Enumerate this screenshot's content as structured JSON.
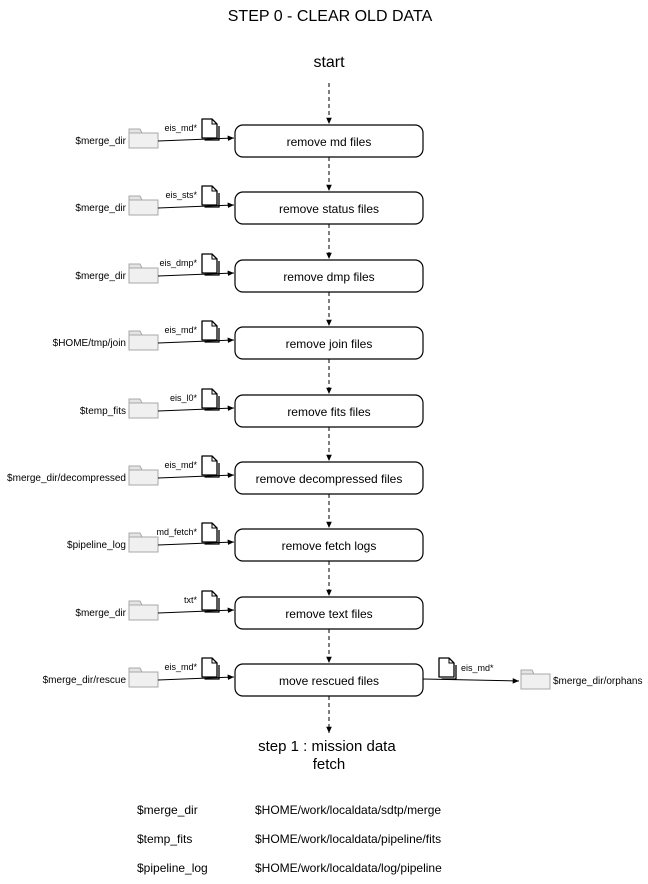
{
  "title": "STEP 0 - CLEAR OLD DATA",
  "start_label": "start",
  "end_label": [
    "step 1 : mission data",
    "fetch"
  ],
  "steps": [
    {
      "process": "remove md files",
      "source": "$merge_dir",
      "pattern": "eis_md*"
    },
    {
      "process": "remove status files",
      "source": "$merge_dir",
      "pattern": "eis_sts*"
    },
    {
      "process": "remove dmp files",
      "source": "$merge_dir",
      "pattern": "eis_dmp*"
    },
    {
      "process": "remove join files",
      "source": "$HOME/tmp/join",
      "pattern": "eis_md*"
    },
    {
      "process": "remove fits files",
      "source": "$temp_fits",
      "pattern": "eis_l0*"
    },
    {
      "process": "remove decompressed files",
      "source": "$merge_dir/decompressed",
      "pattern": "eis_md*"
    },
    {
      "process": "remove fetch logs",
      "source": "$pipeline_log",
      "pattern": "md_fetch*"
    },
    {
      "process": "remove text files",
      "source": "$merge_dir",
      "pattern": "txt*"
    },
    {
      "process": "move rescued files",
      "source": "$merge_dir/rescue",
      "pattern": "eis_md*",
      "output": {
        "pattern": "eis_md*",
        "target": "$merge_dir/orphans"
      }
    }
  ],
  "legend": [
    {
      "variable": "$merge_dir",
      "path": "$HOME/work/localdata/sdtp/merge"
    },
    {
      "variable": "$temp_fits",
      "path": "$HOME/work/localdata/pipeline/fits"
    },
    {
      "variable": "$pipeline_log",
      "path": "$HOME/work/localdata/log/pipeline"
    }
  ]
}
